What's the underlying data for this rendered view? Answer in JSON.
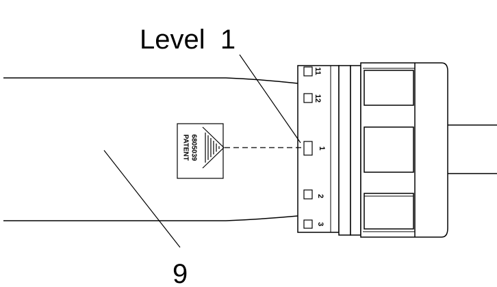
{
  "callouts": {
    "level_label": "Level  1",
    "part_number": "9"
  },
  "patent_tag": {
    "number": "6805039",
    "word": "PATENT"
  },
  "ring_marks": [
    "11",
    "12",
    "1",
    "2",
    "3"
  ],
  "colors": {
    "line": "#000000",
    "background": "#ffffff"
  }
}
